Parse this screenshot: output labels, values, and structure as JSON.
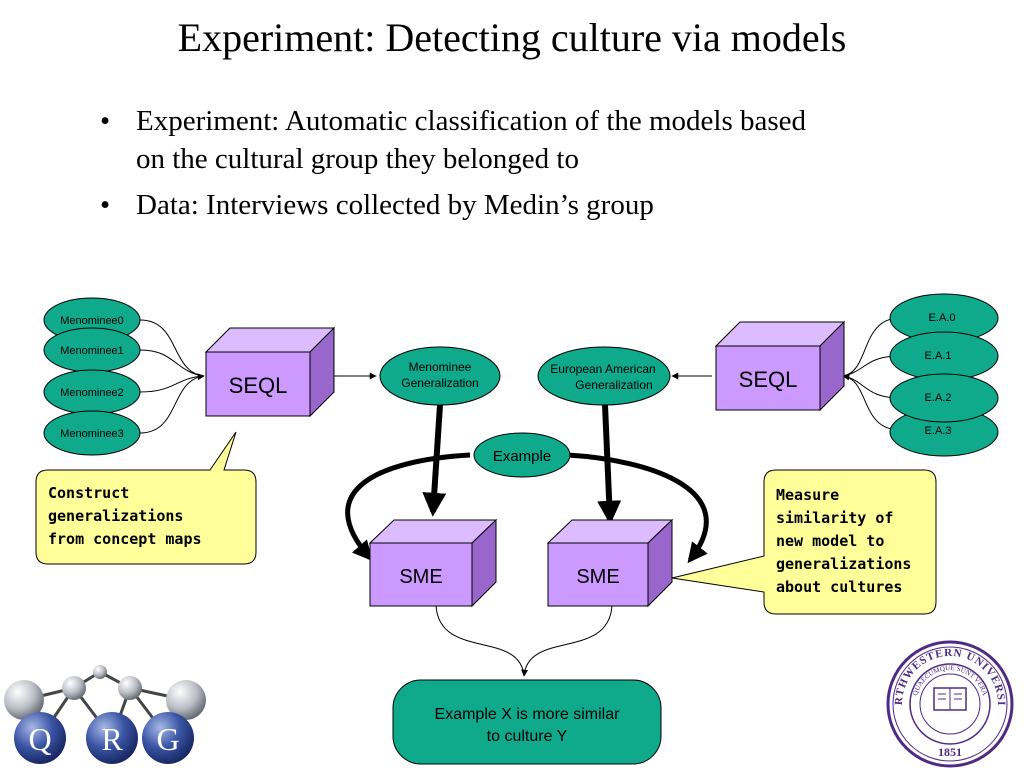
{
  "title": "Experiment: Detecting culture via models",
  "bullets": [
    {
      "marker": "•",
      "lines": [
        "Experiment: Automatic classification of the models based",
        "on the cultural group they belonged to"
      ]
    },
    {
      "marker": "•",
      "lines": [
        "Data: Interviews collected by Medin’s group"
      ]
    }
  ],
  "diagram": {
    "menominee_nodes": [
      "Menominee0",
      "Menominee1",
      "Menominee2",
      "Menominee3"
    ],
    "ea_nodes": [
      "E.A.0",
      "E.A.1",
      "E.A.2",
      "E.A.3"
    ],
    "seql_left": "SEQL",
    "seql_right": "SEQL",
    "menominee_generalization": [
      "Menominee",
      "Generalization"
    ],
    "european_generalization": [
      "European American",
      "Generalization"
    ],
    "example": "Example",
    "sme_left": "SME",
    "sme_right": "SME",
    "result": [
      "Example X is more similar",
      "to culture Y"
    ],
    "callout_left": [
      "Construct",
      "generalizations",
      "from concept maps"
    ],
    "callout_right": [
      "Measure",
      "similarity of",
      "new model to",
      "generalizations",
      "about cultures"
    ]
  },
  "logos": {
    "qrg_letters": [
      "Q",
      "R",
      "G"
    ],
    "seal_text_top": "NORTHWESTERN UNIVERSITY",
    "seal_text_motto": "QUAECUMQUE SUNT VERA",
    "seal_year": "1851"
  },
  "colors": {
    "ellipse_fill": "#0fa98b",
    "box_front": "#cc99ff",
    "box_top": "#dcbcff",
    "box_side": "#9966cc",
    "callout_fill": "#ffff99",
    "seal_purple": "#4e2a84"
  }
}
